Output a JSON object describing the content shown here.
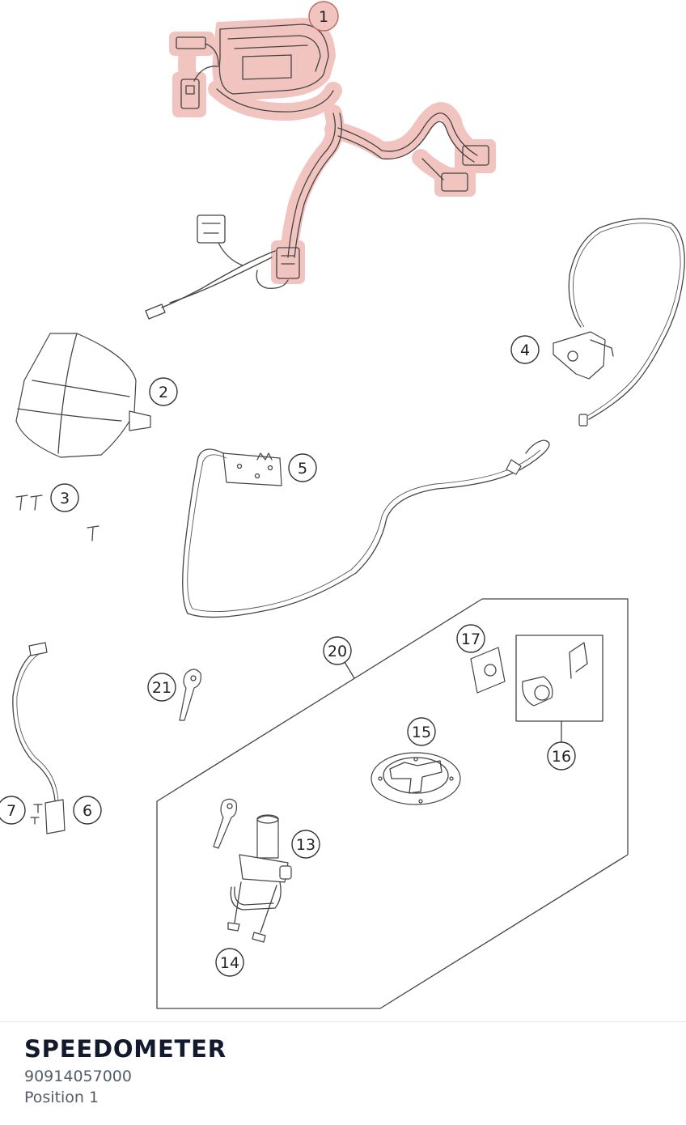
{
  "part": {
    "name": "SPEEDOMETER",
    "number": "90914057000",
    "position": "Position 1"
  },
  "selected_callout": "1",
  "highlight_color": "#f2c4c0",
  "callouts": [
    {
      "id": "c1",
      "label": "1",
      "active": true
    },
    {
      "id": "c2",
      "label": "2"
    },
    {
      "id": "c3",
      "label": "3"
    },
    {
      "id": "c4",
      "label": "4"
    },
    {
      "id": "c5",
      "label": "5"
    },
    {
      "id": "c6",
      "label": "6"
    },
    {
      "id": "c7",
      "label": "7"
    },
    {
      "id": "c13",
      "label": "13"
    },
    {
      "id": "c14",
      "label": "14"
    },
    {
      "id": "c15",
      "label": "15"
    },
    {
      "id": "c16",
      "label": "16"
    },
    {
      "id": "c17",
      "label": "17"
    },
    {
      "id": "c20",
      "label": "20"
    },
    {
      "id": "c21",
      "label": "21"
    }
  ]
}
